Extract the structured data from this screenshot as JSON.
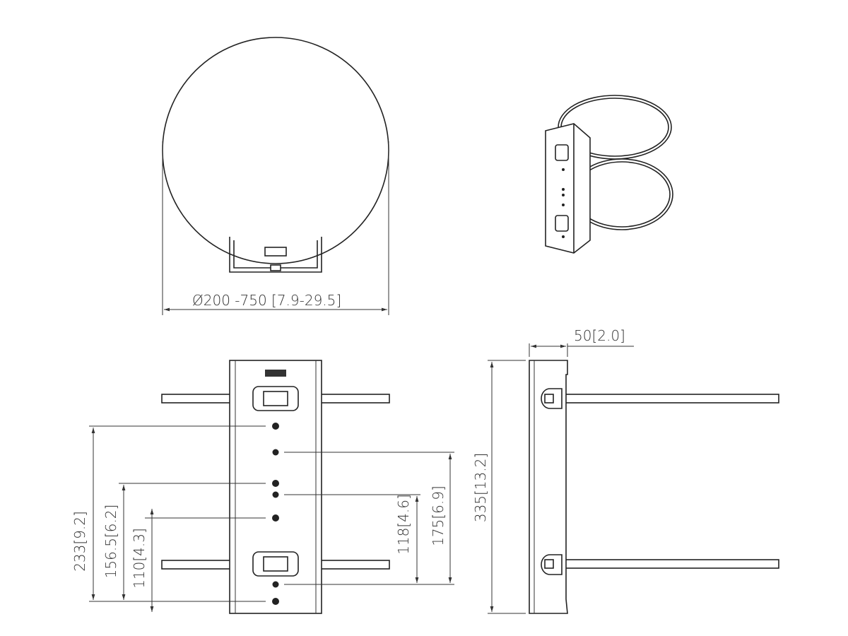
{
  "dimensions": {
    "pole_diameter": "Ø200 -750 [7.9-29.5]",
    "depth": "50[2.0]",
    "height": "335[13.2]",
    "hole_233": "233[9.2]",
    "hole_156_5": "156.5[6.2]",
    "hole_110": "110[4.3]",
    "hole_118": "118[4.6]",
    "hole_175": "175[6.9]"
  },
  "colors": {
    "line": "#222222",
    "background": "#ffffff"
  }
}
